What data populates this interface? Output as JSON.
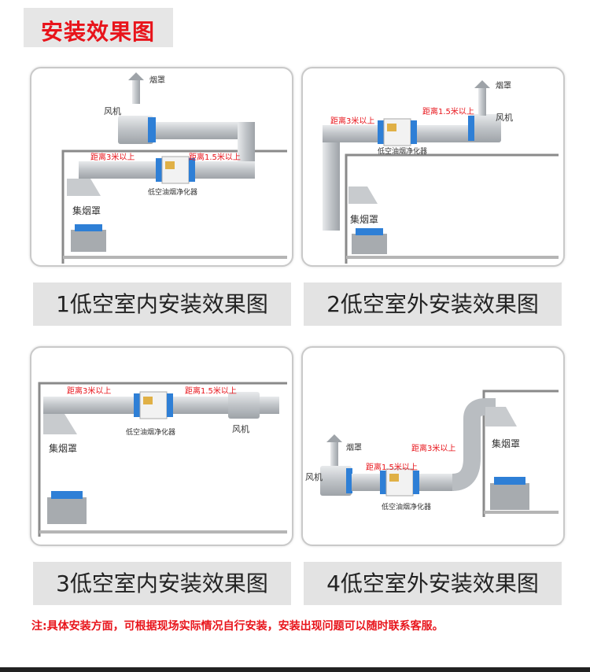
{
  "header": {
    "title": "安装效果图"
  },
  "panels": [
    {
      "labels": {
        "hood_top": "烟罩",
        "fan": "风机",
        "dist_a": "距离3米以上",
        "dist_b": "距离1.5米以上",
        "purifier": "低空油烟净化器",
        "collector": "集烟罩"
      },
      "caption": "1低空室内安装效果图"
    },
    {
      "labels": {
        "hood_top": "烟罩",
        "fan": "风机",
        "dist_a": "距离3米以上",
        "dist_b": "距离1.5米以上",
        "purifier": "低空油烟净化器",
        "collector": "集烟罩"
      },
      "caption": "2低空室外安装效果图"
    },
    {
      "labels": {
        "dist_a": "距离3米以上",
        "dist_b": "距离1.5米以上",
        "purifier": "低空油烟净化器",
        "collector": "集烟罩",
        "fan": "风机"
      },
      "caption": "3低空室内安装效果图"
    },
    {
      "labels": {
        "hood_top": "烟罩",
        "fan": "风机",
        "dist_b": "距离1.5米以上",
        "dist_a": "距离3米以上",
        "purifier": "低空油烟净化器",
        "collector": "集烟罩"
      },
      "caption": "4低空室外安装效果图"
    }
  ],
  "footer": {
    "note": "注:具体安装方面，可根据现场实际情况自行安装，安装出现问题可以随时联系客服。"
  },
  "colors": {
    "accent_red": "#e8141b",
    "duct_gray": "#c8cbce",
    "filter_blue": "#2e7fd6",
    "caption_bg": "#e3e3e3"
  }
}
